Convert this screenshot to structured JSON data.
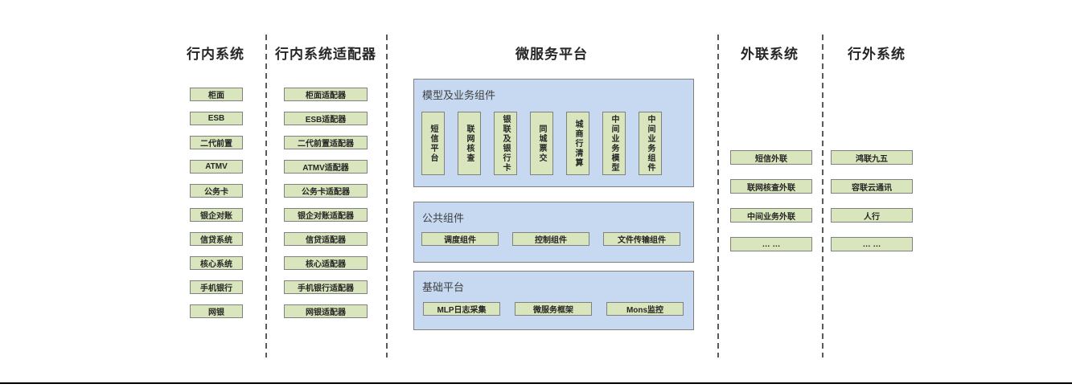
{
  "diagram": {
    "columns": [
      {
        "title": "行内系统",
        "items": [
          "柜面",
          "ESB",
          "二代前置",
          "ATMV",
          "公务卡",
          "银企对账",
          "信贷系统",
          "核心系统",
          "手机银行",
          "网银"
        ]
      },
      {
        "title": "行内系统适配器",
        "items": [
          "柜面适配器",
          "ESB适配器",
          "二代前置适配器",
          "ATMV适配器",
          "公务卡适配器",
          "银企对账适配器",
          "信贷适配器",
          "核心适配器",
          "手机银行适配器",
          "网银适配器"
        ]
      },
      {
        "title": "微服务平台",
        "panels": [
          {
            "title": "模型及业务组件",
            "orientation": "vertical",
            "items": [
              "短信平台",
              "联网核查",
              "银联及银行卡",
              "同城票交",
              "城商行清算",
              "中间业务模型",
              "中间业务组件"
            ]
          },
          {
            "title": "公共组件",
            "orientation": "horizontal",
            "items": [
              "调度组件",
              "控制组件",
              "文件传输组件"
            ]
          },
          {
            "title": "基础平台",
            "orientation": "horizontal",
            "items": [
              "MLP日志采集",
              "微服务框架",
              "Mons监控"
            ]
          }
        ]
      },
      {
        "title": "外联系统",
        "items": [
          "短信外联",
          "联网核查外联",
          "中间业务外联",
          "… …"
        ]
      },
      {
        "title": "行外系统",
        "items": [
          "鸿联九五",
          "容联云通讯",
          "人行",
          "… …"
        ]
      }
    ],
    "colors": {
      "box_fill": "#d9e5bd",
      "box_border": "#808080",
      "panel_fill": "#c6d9f1",
      "panel_border": "#7f7f7f",
      "divider": "#595959",
      "text": "#262626",
      "bottom_rule": "#000000",
      "background": "#ffffff"
    }
  }
}
